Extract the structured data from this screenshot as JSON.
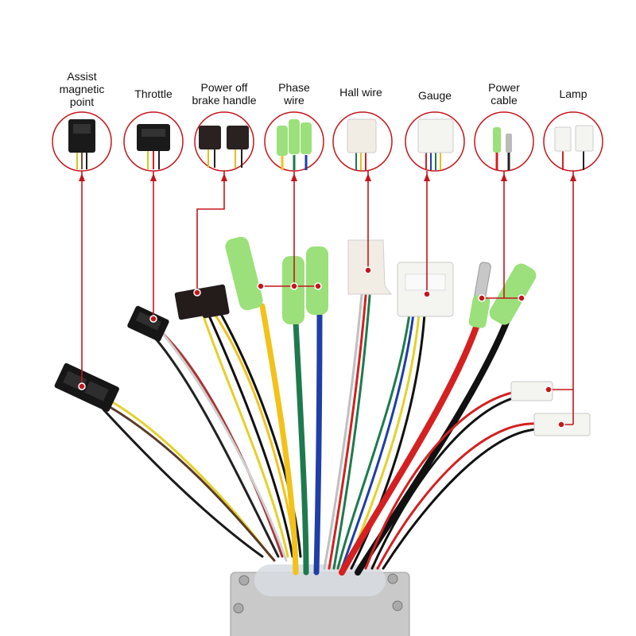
{
  "labels": [
    "Assist\nmagnetic\npoint",
    "Throttle",
    "Power off\nbrake handle",
    "Phase\nwire",
    "Hall wire",
    "Gauge",
    "Power\ncable",
    "Lamp"
  ],
  "colors": {
    "pointer": "#c4161c",
    "phase_yellow": "#f2c21b",
    "phase_green": "#1e7a4e",
    "phase_blue": "#1f3fa6",
    "power_red": "#d42020",
    "black": "#111111",
    "white_connector": "#f4f4f0",
    "green_sleeve": "#9be07a",
    "controller_body": "#c9c9c9"
  }
}
